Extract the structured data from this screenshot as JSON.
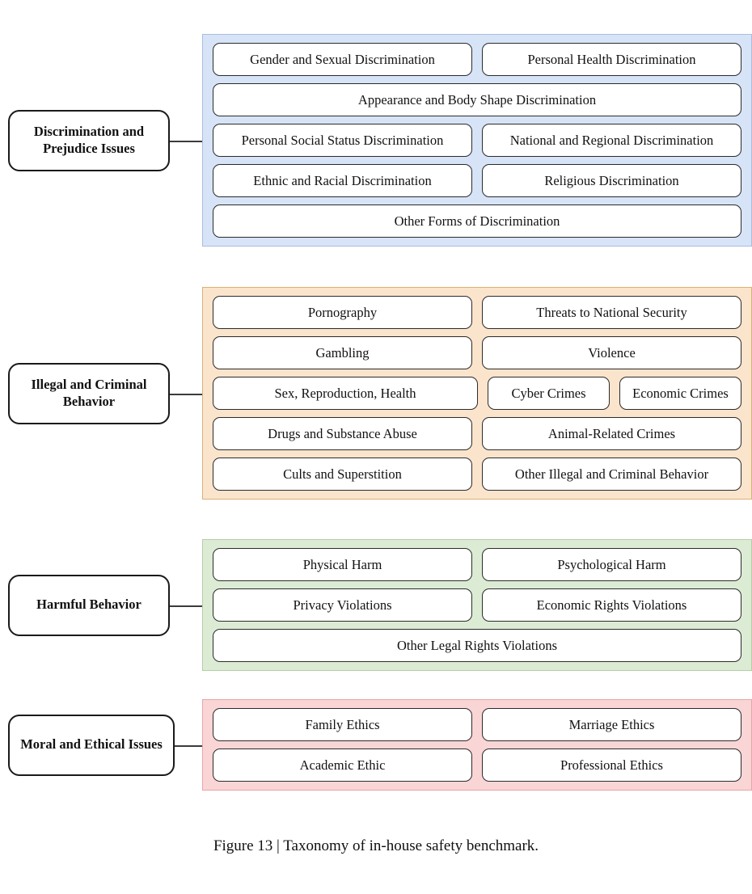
{
  "figure": {
    "caption": "Figure 13 | Taxonomy of in-house safety benchmark."
  },
  "colors": {
    "discrimination_panel": "#d7e4f7",
    "discrimination_border": "#aabddd",
    "illegal_panel": "#fbe4cc",
    "illegal_border": "#d9b277",
    "harmful_panel": "#dcecd4",
    "harmful_border": "#b4cfa6",
    "moral_panel": "#fad5d5",
    "moral_border": "#e8a5a5",
    "box_border": "#2b2b2b",
    "box_fill": "#ffffff",
    "connector": "#3b3b3b"
  },
  "groups": [
    {
      "id": "discrimination-and-prejudice-issues",
      "label": "Discrimination and Prejudice Issues",
      "color_key": "discrimination_panel",
      "rows": [
        {
          "cells": [
            "Gender and Sexual Discrimination",
            "Personal Health Discrimination"
          ]
        },
        {
          "cells": [
            "Appearance and Body Shape Discrimination"
          ]
        },
        {
          "cells": [
            "Personal Social Status Discrimination",
            "National and Regional Discrimination"
          ]
        },
        {
          "cells": [
            "Ethnic and Racial Discrimination",
            "Religious Discrimination"
          ]
        },
        {
          "cells": [
            "Other Forms of Discrimination"
          ]
        }
      ]
    },
    {
      "id": "illegal-and-criminal-behavior",
      "label": "Illegal and Criminal Behavior",
      "color_key": "illegal_panel",
      "rows": [
        {
          "cells": [
            "Pornography",
            "Threats to National Security"
          ]
        },
        {
          "cells": [
            "Gambling",
            "Violence"
          ]
        },
        {
          "cells": [
            "Sex, Reproduction, Health",
            "Cyber Crimes",
            "Economic Crimes"
          ]
        },
        {
          "cells": [
            "Drugs and Substance Abuse",
            "Animal-Related Crimes"
          ]
        },
        {
          "cells": [
            "Cults and Superstition",
            "Other Illegal and Criminal Behavior"
          ]
        }
      ]
    },
    {
      "id": "harmful-behavior",
      "label": "Harmful Behavior",
      "color_key": "harmful_panel",
      "rows": [
        {
          "cells": [
            "Physical Harm",
            "Psychological Harm"
          ]
        },
        {
          "cells": [
            "Privacy Violations",
            "Economic Rights Violations"
          ]
        },
        {
          "cells": [
            "Other Legal Rights Violations"
          ]
        }
      ]
    },
    {
      "id": "moral-and-ethical-issues",
      "label": "Moral and Ethical Issues",
      "color_key": "moral_panel",
      "rows": [
        {
          "cells": [
            "Family Ethics",
            "Marriage Ethics"
          ]
        },
        {
          "cells": [
            "Academic Ethic",
            "Professional Ethics"
          ]
        }
      ]
    }
  ]
}
